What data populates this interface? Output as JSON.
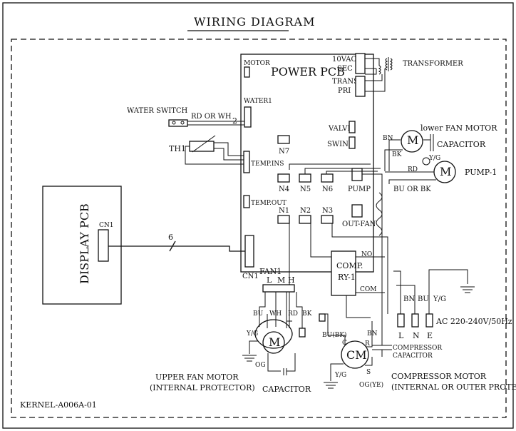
{
  "title": "WIRING DIAGRAM",
  "power_pcb": {
    "title": "POWER PCB",
    "motor": "MOTOR",
    "water": "WATER1",
    "temp_ins": "TEMP.INS",
    "temp_out": "TEMP.OUT",
    "cn1": "CN1",
    "n7": "N7",
    "n4": "N4",
    "n5": "N5",
    "n6": "N6",
    "n1": "N1",
    "n2": "N2",
    "n3": "N3",
    "pump": "PUMP",
    "out_fan": "OUT-FAN",
    "valve": "VALVE",
    "swing": "SWING",
    "vac10": "10VAC",
    "sec": "SEC",
    "trans": "TRANS",
    "pri": "PRI"
  },
  "transformer": "TRANSFORMER",
  "water_switch": "WATER SWITCH",
  "rd_or_wh": "RD OR WH",
  "wire_count_2": "2",
  "th1": "TH1",
  "display_pcb": "DISPLAY PCB",
  "display_cn1": "CN1",
  "wire_count_6": "6",
  "fan1": "FAN1",
  "fan_speeds": [
    "L",
    "M",
    "H"
  ],
  "upper_wire_labels": [
    "BU",
    "WH",
    "RD",
    "BK"
  ],
  "lower_fan_motor": "lower FAN MOTOR",
  "capacitor": "CAPACITOR",
  "pump1": "PUMP-1",
  "bu_or_bk": "BU OR BK",
  "comp_relay": [
    "COMP.",
    "RY-1"
  ],
  "relay_no": "NO",
  "relay_com": "COM",
  "power_terminals": [
    "L",
    "N",
    "E"
  ],
  "power_wires": [
    "BN",
    "BU",
    "Y/G"
  ],
  "ac_supply": "AC 220-240V/50Hz",
  "compressor_capacitor": [
    "COMPRESSOR",
    "CAPACITOR"
  ],
  "upper_fan_motor": [
    "UPPER FAN MOTOR",
    "(INTERNAL PROTECTOR)"
  ],
  "upper_fan_capacitor": "CAPACITOR",
  "compressor_motor": [
    "COMPRESSOR MOTOR",
    "(INTERNAL OR OUTER PROTECTOR)"
  ],
  "model": "KERNEL-A006A-01",
  "motor_letter": "M",
  "compressor_letters": "CM",
  "wire_labels": {
    "bn": "BN",
    "bk": "BK",
    "yg": "Y/G",
    "rd": "RD",
    "bu": "BU",
    "bu_bk": "BU(BK)",
    "og": "OG",
    "og_ye": "OG(YE)",
    "c": "C",
    "r": "R",
    "s": "S"
  }
}
